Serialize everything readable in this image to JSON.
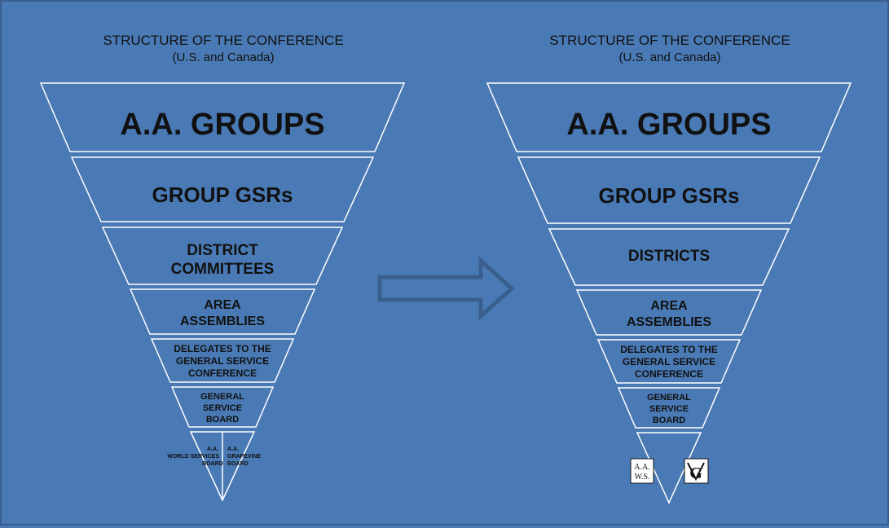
{
  "left": {
    "title": "STRUCTURE OF THE CONFERENCE",
    "subtitle": "(U.S. and Canada)",
    "groups": "A.A. GROUPS",
    "gsrs": "GROUP GSRs",
    "district_1": "DISTRICT",
    "district_2": "COMMITTEES",
    "area_1": "AREA",
    "area_2": "ASSEMBLIES",
    "delegates_1": "DELEGATES TO THE",
    "delegates_2": "GENERAL SERVICE",
    "delegates_3": "CONFERENCE",
    "board_1": "GENERAL",
    "board_2": "SERVICE",
    "board_3": "BOARD",
    "ws_1": "A.A.",
    "ws_2": "WORLD SERVICES",
    "ws_3": "BOARD",
    "gv_1": "A.A.",
    "gv_2": "GRAPEVINE",
    "gv_3": "BOARD"
  },
  "right": {
    "title": "STRUCTURE OF THE CONFERENCE",
    "subtitle": "(U.S. and Canada)",
    "groups": "A.A. GROUPS",
    "gsrs": "GROUP GSRs",
    "districts": "DISTRICTS",
    "area_1": "AREA",
    "area_2": "ASSEMBLIES",
    "delegates_1": "DELEGATES TO THE",
    "delegates_2": "GENERAL SERVICE",
    "delegates_3": "CONFERENCE",
    "board_1": "GENERAL",
    "board_2": "SERVICE",
    "board_3": "BOARD",
    "aaws_logo_1": "A.A.",
    "aaws_logo_2": "W.S."
  },
  "colors": {
    "background": "#4a7ab5",
    "ink": "#111111",
    "outline": "#ffffff",
    "arrow": "#3a5f8f"
  },
  "icons": {
    "arrow": "right-arrow-icon",
    "grapevine_logo": "grapevine-logo-icon",
    "aaws_logo": "aaws-logo-icon"
  }
}
